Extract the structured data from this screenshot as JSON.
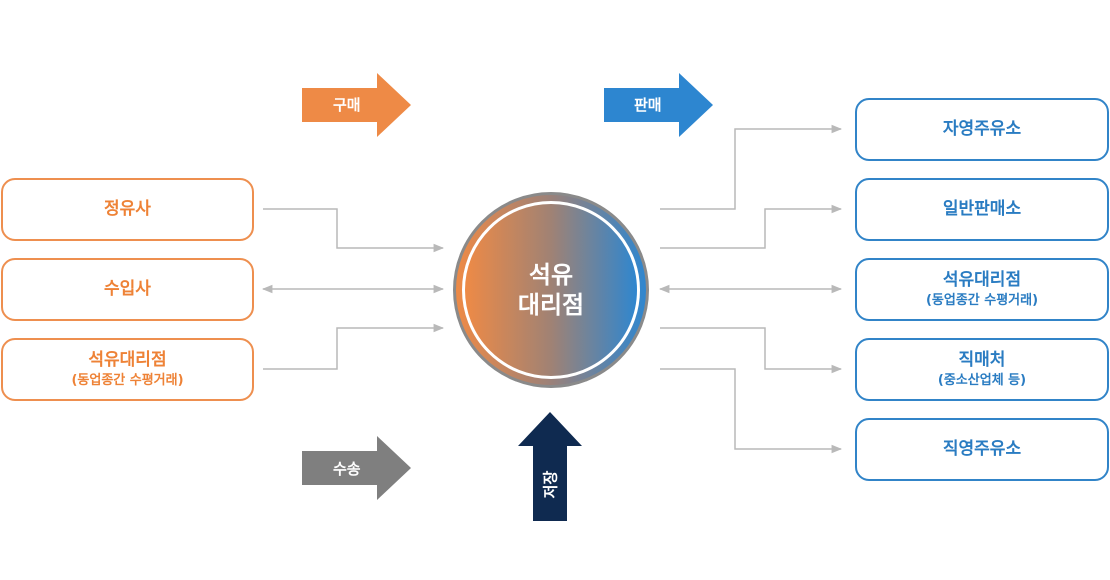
{
  "center": {
    "line1": "석유",
    "line2": "대리점"
  },
  "left_boxes": [
    {
      "label": "정유사",
      "sub": ""
    },
    {
      "label": "수입사",
      "sub": ""
    },
    {
      "label": "석유대리점",
      "sub": "(동업종간 수평거래)"
    }
  ],
  "right_boxes": [
    {
      "label": "자영주유소",
      "sub": ""
    },
    {
      "label": "일반판매소",
      "sub": ""
    },
    {
      "label": "석유대리점",
      "sub": "(동업종간 수평거래)"
    },
    {
      "label": "직매처",
      "sub": "(중소산업체 등)"
    },
    {
      "label": "직영주유소",
      "sub": ""
    }
  ],
  "flow_arrows": {
    "purchase": {
      "label": "구매",
      "color": "#ee8a46"
    },
    "sale": {
      "label": "판매",
      "color": "#2d86d0"
    },
    "transport": {
      "label": "수송",
      "color": "#7f7f7f"
    },
    "storage": {
      "label": "저장",
      "color": "#0f2a50"
    }
  },
  "colors": {
    "orange": "#ee8f4f",
    "blue": "#3184c8",
    "connector": "#b9b9b9"
  }
}
